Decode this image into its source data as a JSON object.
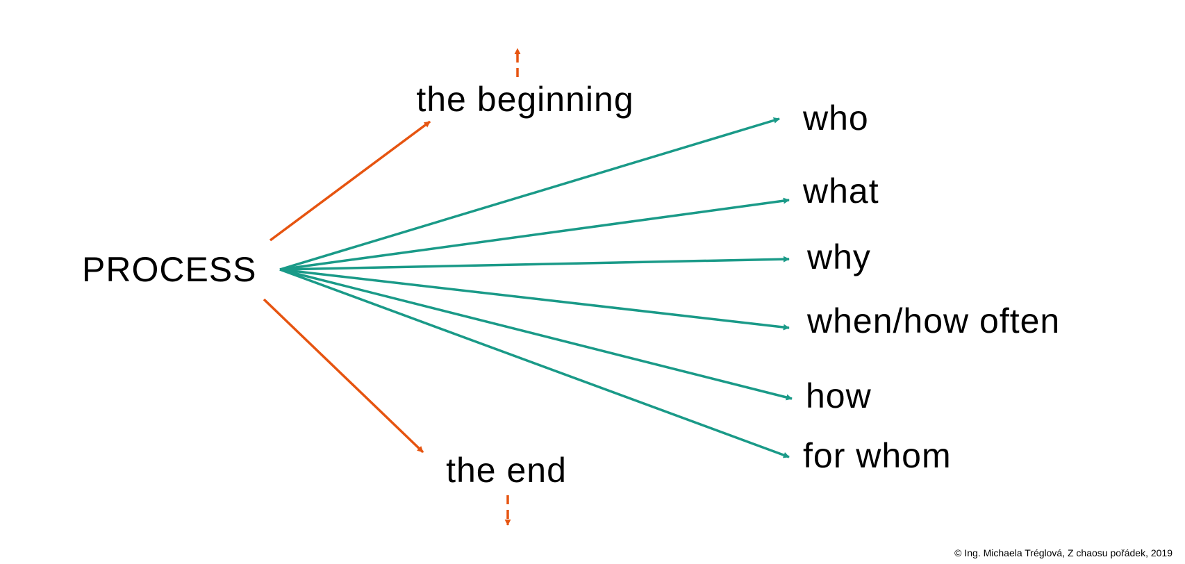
{
  "colors": {
    "orange": "#E65410",
    "teal": "#1A9A88",
    "text": "#000000",
    "background": "#FFFFFF"
  },
  "diagram": {
    "source": "PROCESS",
    "boundary": {
      "start": "the beginning",
      "end": "the end"
    },
    "questions": [
      "who",
      "what",
      "why",
      "when/how often",
      "how",
      "for whom"
    ]
  },
  "footer": {
    "credit": "© Ing. Michaela Tréglová, Z chaosu pořádek, 2019"
  }
}
